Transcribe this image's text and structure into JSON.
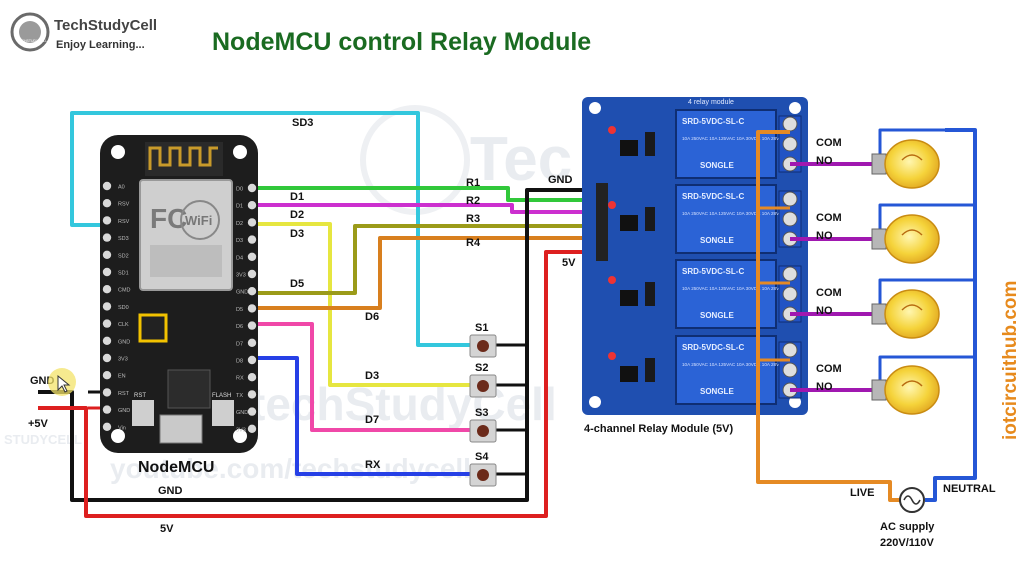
{
  "title": "NodeMCU control Relay Module",
  "logo": {
    "brand": "TechStudyCell",
    "tagline": "Enjoy Learning...",
    "badge": "TECHSTUDYCELL"
  },
  "watermarks": {
    "brand_partial": "Tec",
    "youtube": "youtube.com/techstudycell",
    "techstudy": "techStudyCell",
    "studycell": "STUDYCELL"
  },
  "side_url": "iotcircuithub.com",
  "nodemcu": {
    "label": "NodeMCU",
    "fc": "FC",
    "wifi": "WiFi",
    "flash": "FLASH",
    "rst": "RST",
    "left_pins": [
      "A0",
      "RSV",
      "RSV",
      "SD3",
      "SD2",
      "SD1",
      "CMD",
      "SD0",
      "CLK",
      "GND",
      "3V3",
      "EN",
      "RST",
      "GND",
      "Vin"
    ],
    "right_pins": [
      "D0",
      "D1",
      "D2",
      "D3",
      "D4",
      "3V3",
      "GND",
      "D5",
      "D6",
      "D7",
      "D8",
      "RX",
      "TX",
      "GND",
      "3V3"
    ]
  },
  "wire_labels": {
    "sd3": "SD3",
    "d1": "D1",
    "d2": "D2",
    "d3": "D3",
    "d5": "D5",
    "d6": "D6",
    "d3_low": "D3",
    "d7": "D7",
    "rx": "RX",
    "r1": "R1",
    "r2": "R2",
    "r3": "R3",
    "r4": "R4",
    "gnd_relay": "GND",
    "v5_relay": "5V",
    "gnd_left": "GND",
    "v5_left": "+5V",
    "gnd_bottom": "GND",
    "v5_bottom": "5V"
  },
  "switches": [
    "S1",
    "S2",
    "S3",
    "S4"
  ],
  "relay_module": {
    "caption": "4-channel Relay Module (5V)",
    "header": "4 relay module",
    "relay_model": "SRD-5VDC-SL-C",
    "brand": "SONGLE",
    "rating": "10A 250VAC 10A 125VAC 10A 30VDC 10A 28VDC",
    "outputs": [
      {
        "com": "COM",
        "no": "NO"
      },
      {
        "com": "COM",
        "no": "NO"
      },
      {
        "com": "COM",
        "no": "NO"
      },
      {
        "com": "COM",
        "no": "NO"
      }
    ]
  },
  "ac": {
    "live": "LIVE",
    "neutral": "NEUTRAL",
    "supply": "AC supply",
    "voltage": "220V/110V"
  },
  "colors": {
    "title": "#1a6b21",
    "cyan": "#33c7dd",
    "green": "#31c83a",
    "magenta": "#cc2fcf",
    "yellow": "#e6e640",
    "olive": "#9b9b19",
    "orange": "#d87f1e",
    "pink": "#f048a8",
    "blue": "#2640e6",
    "black": "#111111",
    "red": "#dd1f1f",
    "purple": "#a018b0",
    "live": "#e58a24",
    "neutral": "#2557d6",
    "board": "#1d1d1d",
    "relay_pcb": "#1f4fb0"
  },
  "icons": [
    "bulb-icon",
    "ac-source-icon",
    "pushbutton-icon",
    "relay-icon",
    "logo-icon",
    "cursor-icon"
  ]
}
